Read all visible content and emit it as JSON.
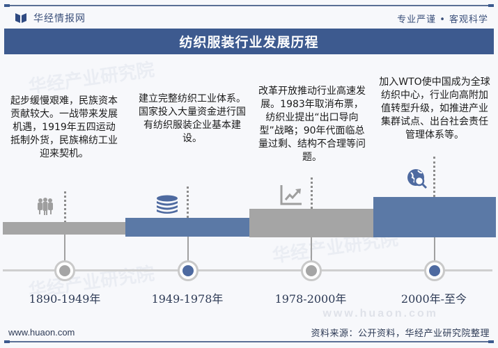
{
  "header": {
    "brand_name": "华经情报网",
    "slogan": "专业严谨 • 客观科学",
    "title": "纺织服装行业发展历程"
  },
  "watermarks": [
    "华经产业研究院",
    "华经产业研究院",
    "华经产业研究院",
    "www.huaon.com"
  ],
  "colors": {
    "title_band": "#3d5a8f",
    "gray_segment": "#a5a5a5",
    "blue_segment": "#5b79a6",
    "node_gray": "#a5a5a5",
    "node_blue": "#4e6aa0"
  },
  "stages": [
    {
      "period": "1890-1949年",
      "description": "起步缓慢艰难，民族资本贡献较大。一战带来发展机遇，1919年五四运动抵制外货，民族棉纺工业迎来契机。",
      "icon": "people-group-icon",
      "color": "gray"
    },
    {
      "period": "1949-1978年",
      "description": "建立完整纺织工业体系。国家投入大量资金进行国有纺织服装企业基本建设。",
      "icon": "coin-stack-icon",
      "color": "blue"
    },
    {
      "period": "1978-2000年",
      "description": "改革开放推动行业高速发展。1983年取消布票，纺织业提出“出口导向型”战略；90年代面临总量过剩、结构不合理等问题。",
      "icon": "growth-chart-icon",
      "color": "gray"
    },
    {
      "period": "2000年-至今",
      "description": "加入WTO使中国成为全球纺织中心，行业向高附加值转型升级，如推进产业集群试点、出台社会责任管理体系等。",
      "icon": "globe-search-icon",
      "color": "blue"
    }
  ],
  "footer": {
    "url": "www.huaon.com",
    "source": "资料来源：公开资料，华经产业研究院整理"
  }
}
